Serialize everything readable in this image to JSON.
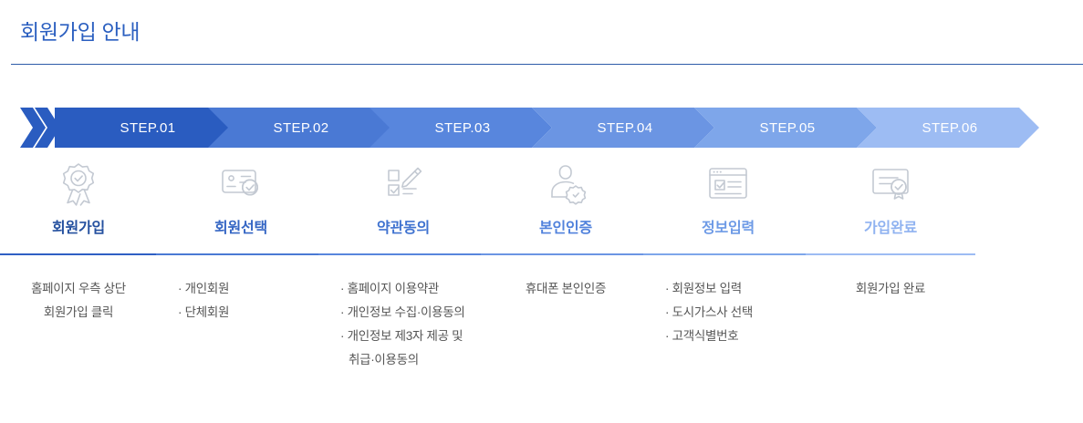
{
  "header": {
    "title": "회원가입 안내",
    "title_color": "#2b5fc0",
    "rule_color": "#2d5ca8"
  },
  "palette": {
    "step_colors": [
      "#2a5cc0",
      "#4a79d4",
      "#5886dd",
      "#6b95e3",
      "#7ea6ea",
      "#9dbcf3"
    ],
    "label_colors": [
      "#24509f",
      "#3566c4",
      "#4073d0",
      "#5182dc",
      "#6d9ae6",
      "#8fb2f0"
    ],
    "rule_colors": [
      "#2f5fc4",
      "#4a79d4",
      "#5886dd",
      "#6b95e3",
      "#7ea6ea",
      "#9dbcf3"
    ],
    "icon_colors": [
      "#c3c9d2",
      "#c3c9d2",
      "#c3c9d2",
      "#c3c9d2",
      "#c3c9d2",
      "#c3c9d2"
    ],
    "desc_color": "#555555"
  },
  "steps": [
    {
      "number": "STEP.01",
      "icon": "award-ribbon-check-icon",
      "label": "회원가입",
      "desc_align": "center",
      "desc_lines": [
        "홈페이지 우측 상단",
        "회원가입 클릭"
      ]
    },
    {
      "number": "STEP.02",
      "icon": "id-card-check-icon",
      "label": "회원선택",
      "desc_align": "bullets",
      "desc_lines": [
        "· 개인회원",
        "· 단체회원"
      ]
    },
    {
      "number": "STEP.03",
      "icon": "checklist-pen-icon",
      "label": "약관동의",
      "desc_align": "bullets",
      "desc_lines": [
        "· 홈페이지 이용약관",
        "· 개인정보 수집·이용동의",
        "· 개인정보 제3자 제공 및",
        "취급·이용동의"
      ]
    },
    {
      "number": "STEP.04",
      "icon": "person-certified-icon",
      "label": "본인인증",
      "desc_align": "center",
      "desc_lines": [
        "휴대폰 본인인증"
      ]
    },
    {
      "number": "STEP.05",
      "icon": "browser-form-icon",
      "label": "정보입력",
      "desc_align": "bullets",
      "desc_lines": [
        "· 회원정보 입력",
        "· 도시가스사 선택",
        "· 고객식별번호"
      ]
    },
    {
      "number": "STEP.06",
      "icon": "certificate-seal-icon",
      "label": "가입완료",
      "desc_align": "center",
      "desc_lines": [
        "회원가입 완료"
      ]
    }
  ]
}
